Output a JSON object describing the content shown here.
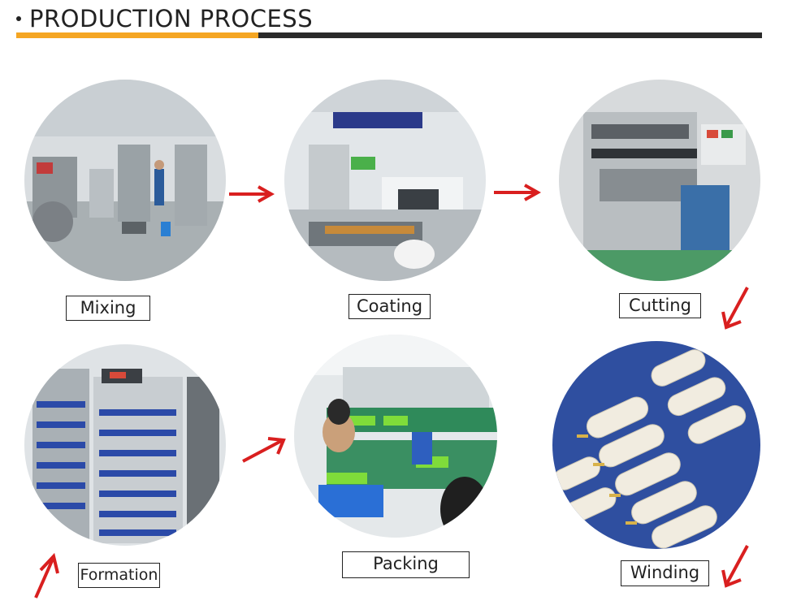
{
  "header": {
    "title": "PRODUCTION PROCESS"
  },
  "colors": {
    "accent": "#f5a623",
    "bar": "#2a2a2a",
    "arrow": "#d91f1f"
  },
  "steps": [
    {
      "label": "Mixing",
      "photo": "mixing-photo"
    },
    {
      "label": "Coating",
      "photo": "coating-photo"
    },
    {
      "label": "Cutting",
      "photo": "cutting-photo"
    },
    {
      "label": "Formation",
      "photo": "formation-photo"
    },
    {
      "label": "Packing",
      "photo": "packing-photo"
    },
    {
      "label": "Winding",
      "photo": "winding-photo"
    }
  ]
}
